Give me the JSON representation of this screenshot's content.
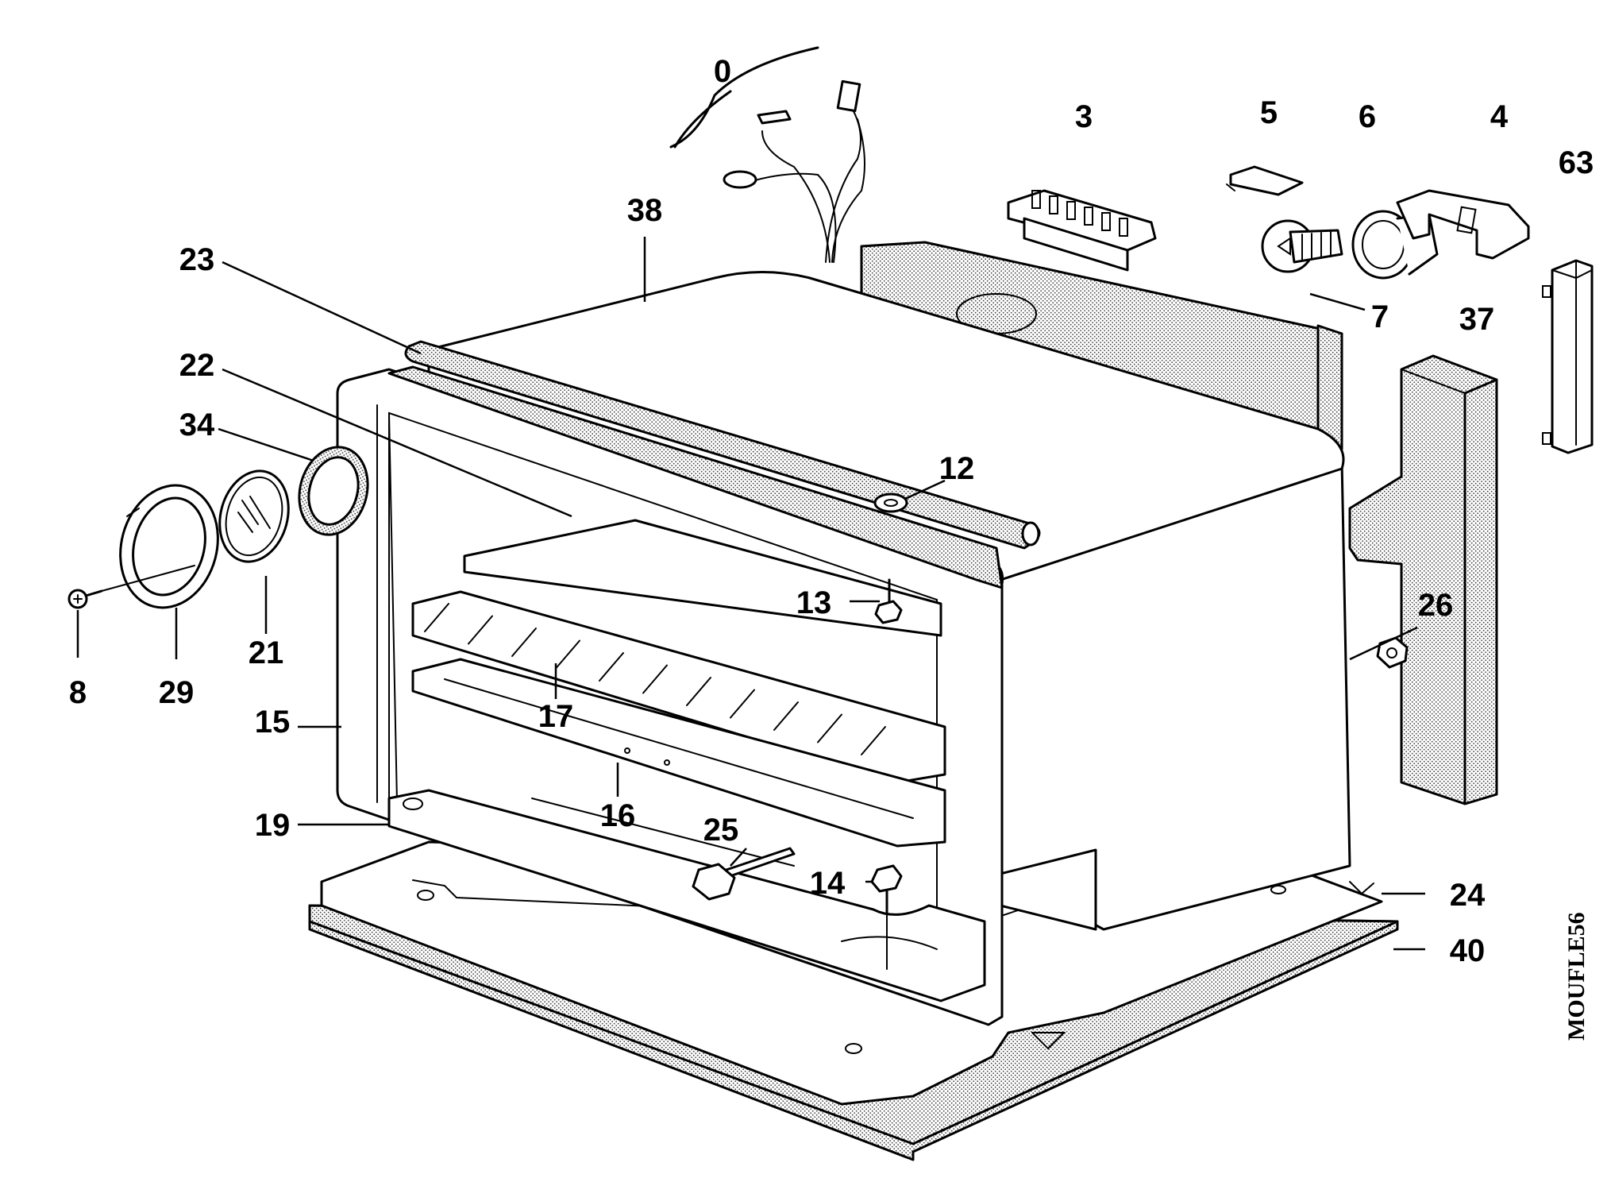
{
  "diagram": {
    "drawing_code": "MOUFLE56",
    "callouts": [
      {
        "id": "c0",
        "text": "0"
      },
      {
        "id": "c3",
        "text": "3"
      },
      {
        "id": "c5",
        "text": "5"
      },
      {
        "id": "c6",
        "text": "6"
      },
      {
        "id": "c4",
        "text": "4"
      },
      {
        "id": "c63",
        "text": "63"
      },
      {
        "id": "c38",
        "text": "38"
      },
      {
        "id": "c23",
        "text": "23"
      },
      {
        "id": "c7",
        "text": "7"
      },
      {
        "id": "c37",
        "text": "37"
      },
      {
        "id": "c22",
        "text": "22"
      },
      {
        "id": "c34",
        "text": "34"
      },
      {
        "id": "c12",
        "text": "12"
      },
      {
        "id": "c13",
        "text": "13"
      },
      {
        "id": "c26",
        "text": "26"
      },
      {
        "id": "c21",
        "text": "21"
      },
      {
        "id": "c8",
        "text": "8"
      },
      {
        "id": "c29",
        "text": "29"
      },
      {
        "id": "c17",
        "text": "17"
      },
      {
        "id": "c15",
        "text": "15"
      },
      {
        "id": "c16",
        "text": "16"
      },
      {
        "id": "c25",
        "text": "25"
      },
      {
        "id": "c19",
        "text": "19"
      },
      {
        "id": "c14",
        "text": "14"
      },
      {
        "id": "c24",
        "text": "24"
      },
      {
        "id": "c40",
        "text": "40"
      }
    ]
  }
}
